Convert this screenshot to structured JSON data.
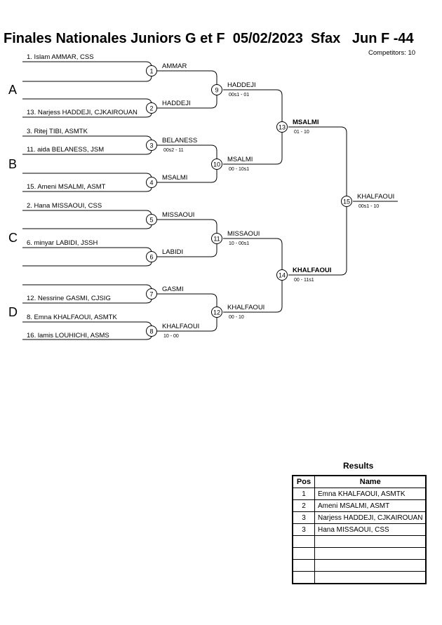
{
  "header": {
    "title": "Finales Nationales Juniors G et F  05/02/2023  Sfax   Jun F -44",
    "competitors": "Competitors: 10"
  },
  "pools": [
    "A",
    "B",
    "C",
    "D"
  ],
  "entrants": [
    "1. Islam AMMAR, CSS",
    "13. Narjess HADDEJI, CJKAIROUAN",
    "3. Ritej TIBI, ASMTK",
    "11. aida BELANESS, JSM",
    "15. Ameni MSALMI, ASMT",
    "2. Hana MISSAOUI, CSS",
    "6. minyar LABIDI, JSSH",
    "12. Nessrine GASMI, CJSIG",
    "8. Emna KHALFAOUI, ASMTK",
    "16. lamis LOUHICHI, ASMS"
  ],
  "matches": [
    {
      "num": "1",
      "winner": "AMMAR",
      "score": ""
    },
    {
      "num": "2",
      "winner": "HADDEJI",
      "score": ""
    },
    {
      "num": "3",
      "winner": "BELANESS",
      "score": "00s2 - 11"
    },
    {
      "num": "4",
      "winner": "MSALMI",
      "score": ""
    },
    {
      "num": "5",
      "winner": "MISSAOUI",
      "score": ""
    },
    {
      "num": "6",
      "winner": "LABIDI",
      "score": ""
    },
    {
      "num": "7",
      "winner": "GASMI",
      "score": ""
    },
    {
      "num": "8",
      "winner": "KHALFAOUI",
      "score": "10 - 00"
    },
    {
      "num": "9",
      "winner": "HADDEJI",
      "score": "00s1 - 01"
    },
    {
      "num": "10",
      "winner": "MSALMI",
      "score": "00 - 10s1"
    },
    {
      "num": "11",
      "winner": "MISSAOUI",
      "score": "10 - 00s1"
    },
    {
      "num": "12",
      "winner": "KHALFAOUI",
      "score": "00 - 10"
    },
    {
      "num": "13",
      "winner": "MSALMI",
      "score": "01 - 10"
    },
    {
      "num": "14",
      "winner": "KHALFAOUI",
      "score": "00 - 11s1"
    },
    {
      "num": "15",
      "winner": "KHALFAOUI",
      "score": "00s1 - 10"
    }
  ],
  "results": {
    "title": "Results",
    "headers": {
      "pos": "Pos",
      "name": "Name"
    },
    "rows": [
      {
        "pos": "1",
        "name": "Emna KHALFAOUI, ASMTK"
      },
      {
        "pos": "2",
        "name": "Ameni MSALMI, ASMT"
      },
      {
        "pos": "3",
        "name": "Narjess HADDEJI, CJKAIROUAN"
      },
      {
        "pos": "3",
        "name": "Hana MISSAOUI, CSS"
      },
      {
        "pos": "",
        "name": ""
      },
      {
        "pos": "",
        "name": ""
      },
      {
        "pos": "",
        "name": ""
      },
      {
        "pos": "",
        "name": ""
      }
    ]
  }
}
